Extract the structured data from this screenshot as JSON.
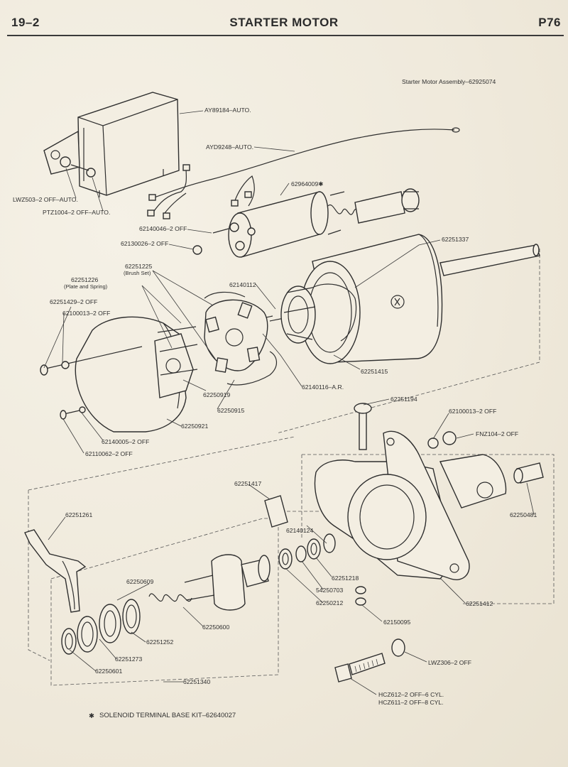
{
  "header": {
    "page_section": "19–2",
    "title": "STARTER MOTOR",
    "page_code": "P76"
  },
  "assembly_label": "Starter Motor Assembly–62925074",
  "callouts": {
    "ay89184": "AY89184–AUTO.",
    "ayd9248": "AYD9248–AUTO.",
    "lwz503": "LWZ503–2 OFF–AUTO.",
    "ptz1004": "PTZ1004–2 OFF–AUTO.",
    "p62964009": "62964009✱",
    "p62140046": "62140046–2 OFF",
    "p62130026": "62130026–2 OFF",
    "p62251337": "62251337",
    "p62251225": "62251225",
    "brush_set": "(Brush Set)",
    "p62251226": "62251226",
    "plate_spring": "(Plate and Spring)",
    "p62140112": "62140112",
    "p62251429": "62251429–2 OFF",
    "p62100013a": "62100013–2 OFF",
    "p62251415": "62251415",
    "p62250919": "62250919",
    "p62140116": "62140116–A.R.",
    "p62250915": "62250915",
    "p62250921": "62250921",
    "p62140005": "62140005–2 OFF",
    "p62110062": "62110062–2 OFF",
    "p62251194": "62251194",
    "p62100013b": "62100013–2 OFF",
    "fnz104": "FNZ104–2 OFF",
    "p62251417": "62251417",
    "p62251261": "62251261",
    "p62250481": "62250481",
    "p62140124": "62140124",
    "p62250609": "62250609",
    "p62251218": "62251218",
    "p54250703": "54250703",
    "p62250212": "62250212",
    "p62251412": "62251412",
    "p62250600": "62250600",
    "p62150095": "62150095",
    "p62251252": "62251252",
    "p62251273": "62251273",
    "p62250601": "62250601",
    "lwz306": "LWZ306–2 OFF",
    "p62251340": "62251340",
    "hcz612": "HCZ612–2 OFF–6 CYL.",
    "hcz611": "HCZ611–2 OFF–8 CYL."
  },
  "footnote": {
    "marker": "✱",
    "text": "SOLENOID TERMINAL BASE KIT–62640027"
  }
}
